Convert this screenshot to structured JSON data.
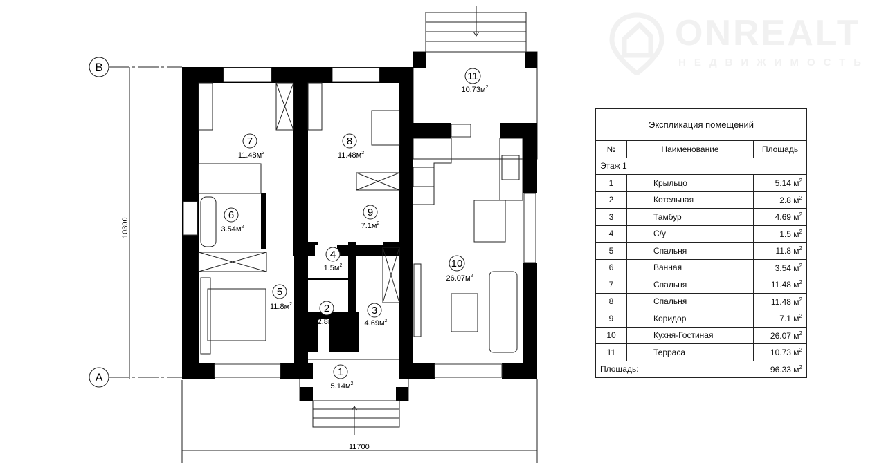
{
  "logo": {
    "name": "ONREALT",
    "tagline": "НЕДВИЖИМОСТЬ"
  },
  "plan": {
    "axes": {
      "top": "В",
      "bottom": "А"
    },
    "dimensions": {
      "height": "10300",
      "width": "11700"
    },
    "area_unit": "м",
    "area_sup": "2",
    "rooms": [
      {
        "num": "1",
        "area": "5.14"
      },
      {
        "num": "2",
        "area": "2.8"
      },
      {
        "num": "3",
        "area": "4.69"
      },
      {
        "num": "4",
        "area": "1.5"
      },
      {
        "num": "5",
        "area": "11.8"
      },
      {
        "num": "6",
        "area": "3.54"
      },
      {
        "num": "7",
        "area": "11.48"
      },
      {
        "num": "8",
        "area": "11.48"
      },
      {
        "num": "9",
        "area": "7.1"
      },
      {
        "num": "10",
        "area": "26.07"
      },
      {
        "num": "11",
        "area": "10.73"
      }
    ]
  },
  "table": {
    "title": "Экспликация помещений",
    "headers": {
      "num": "№",
      "name": "Наименование",
      "area": "Площадь"
    },
    "floor": "Этаж 1",
    "unit": "м",
    "unit_sup": "2",
    "rows": [
      {
        "num": "1",
        "name": "Крыльцо",
        "area": "5.14"
      },
      {
        "num": "2",
        "name": "Котельная",
        "area": "2.8"
      },
      {
        "num": "3",
        "name": "Тамбур",
        "area": "4.69"
      },
      {
        "num": "4",
        "name": "С/у",
        "area": "1.5"
      },
      {
        "num": "5",
        "name": "Спальня",
        "area": "11.8"
      },
      {
        "num": "6",
        "name": "Ванная",
        "area": "3.54"
      },
      {
        "num": "7",
        "name": "Спальня",
        "area": "11.48"
      },
      {
        "num": "8",
        "name": "Спальня",
        "area": "11.48"
      },
      {
        "num": "9",
        "name": "Коридор",
        "area": "7.1"
      },
      {
        "num": "10",
        "name": "Кухня-Гостиная",
        "area": "26.07"
      },
      {
        "num": "11",
        "name": "Терраса",
        "area": "10.73"
      }
    ],
    "total_label": "Площадь:",
    "total": "96.33"
  }
}
